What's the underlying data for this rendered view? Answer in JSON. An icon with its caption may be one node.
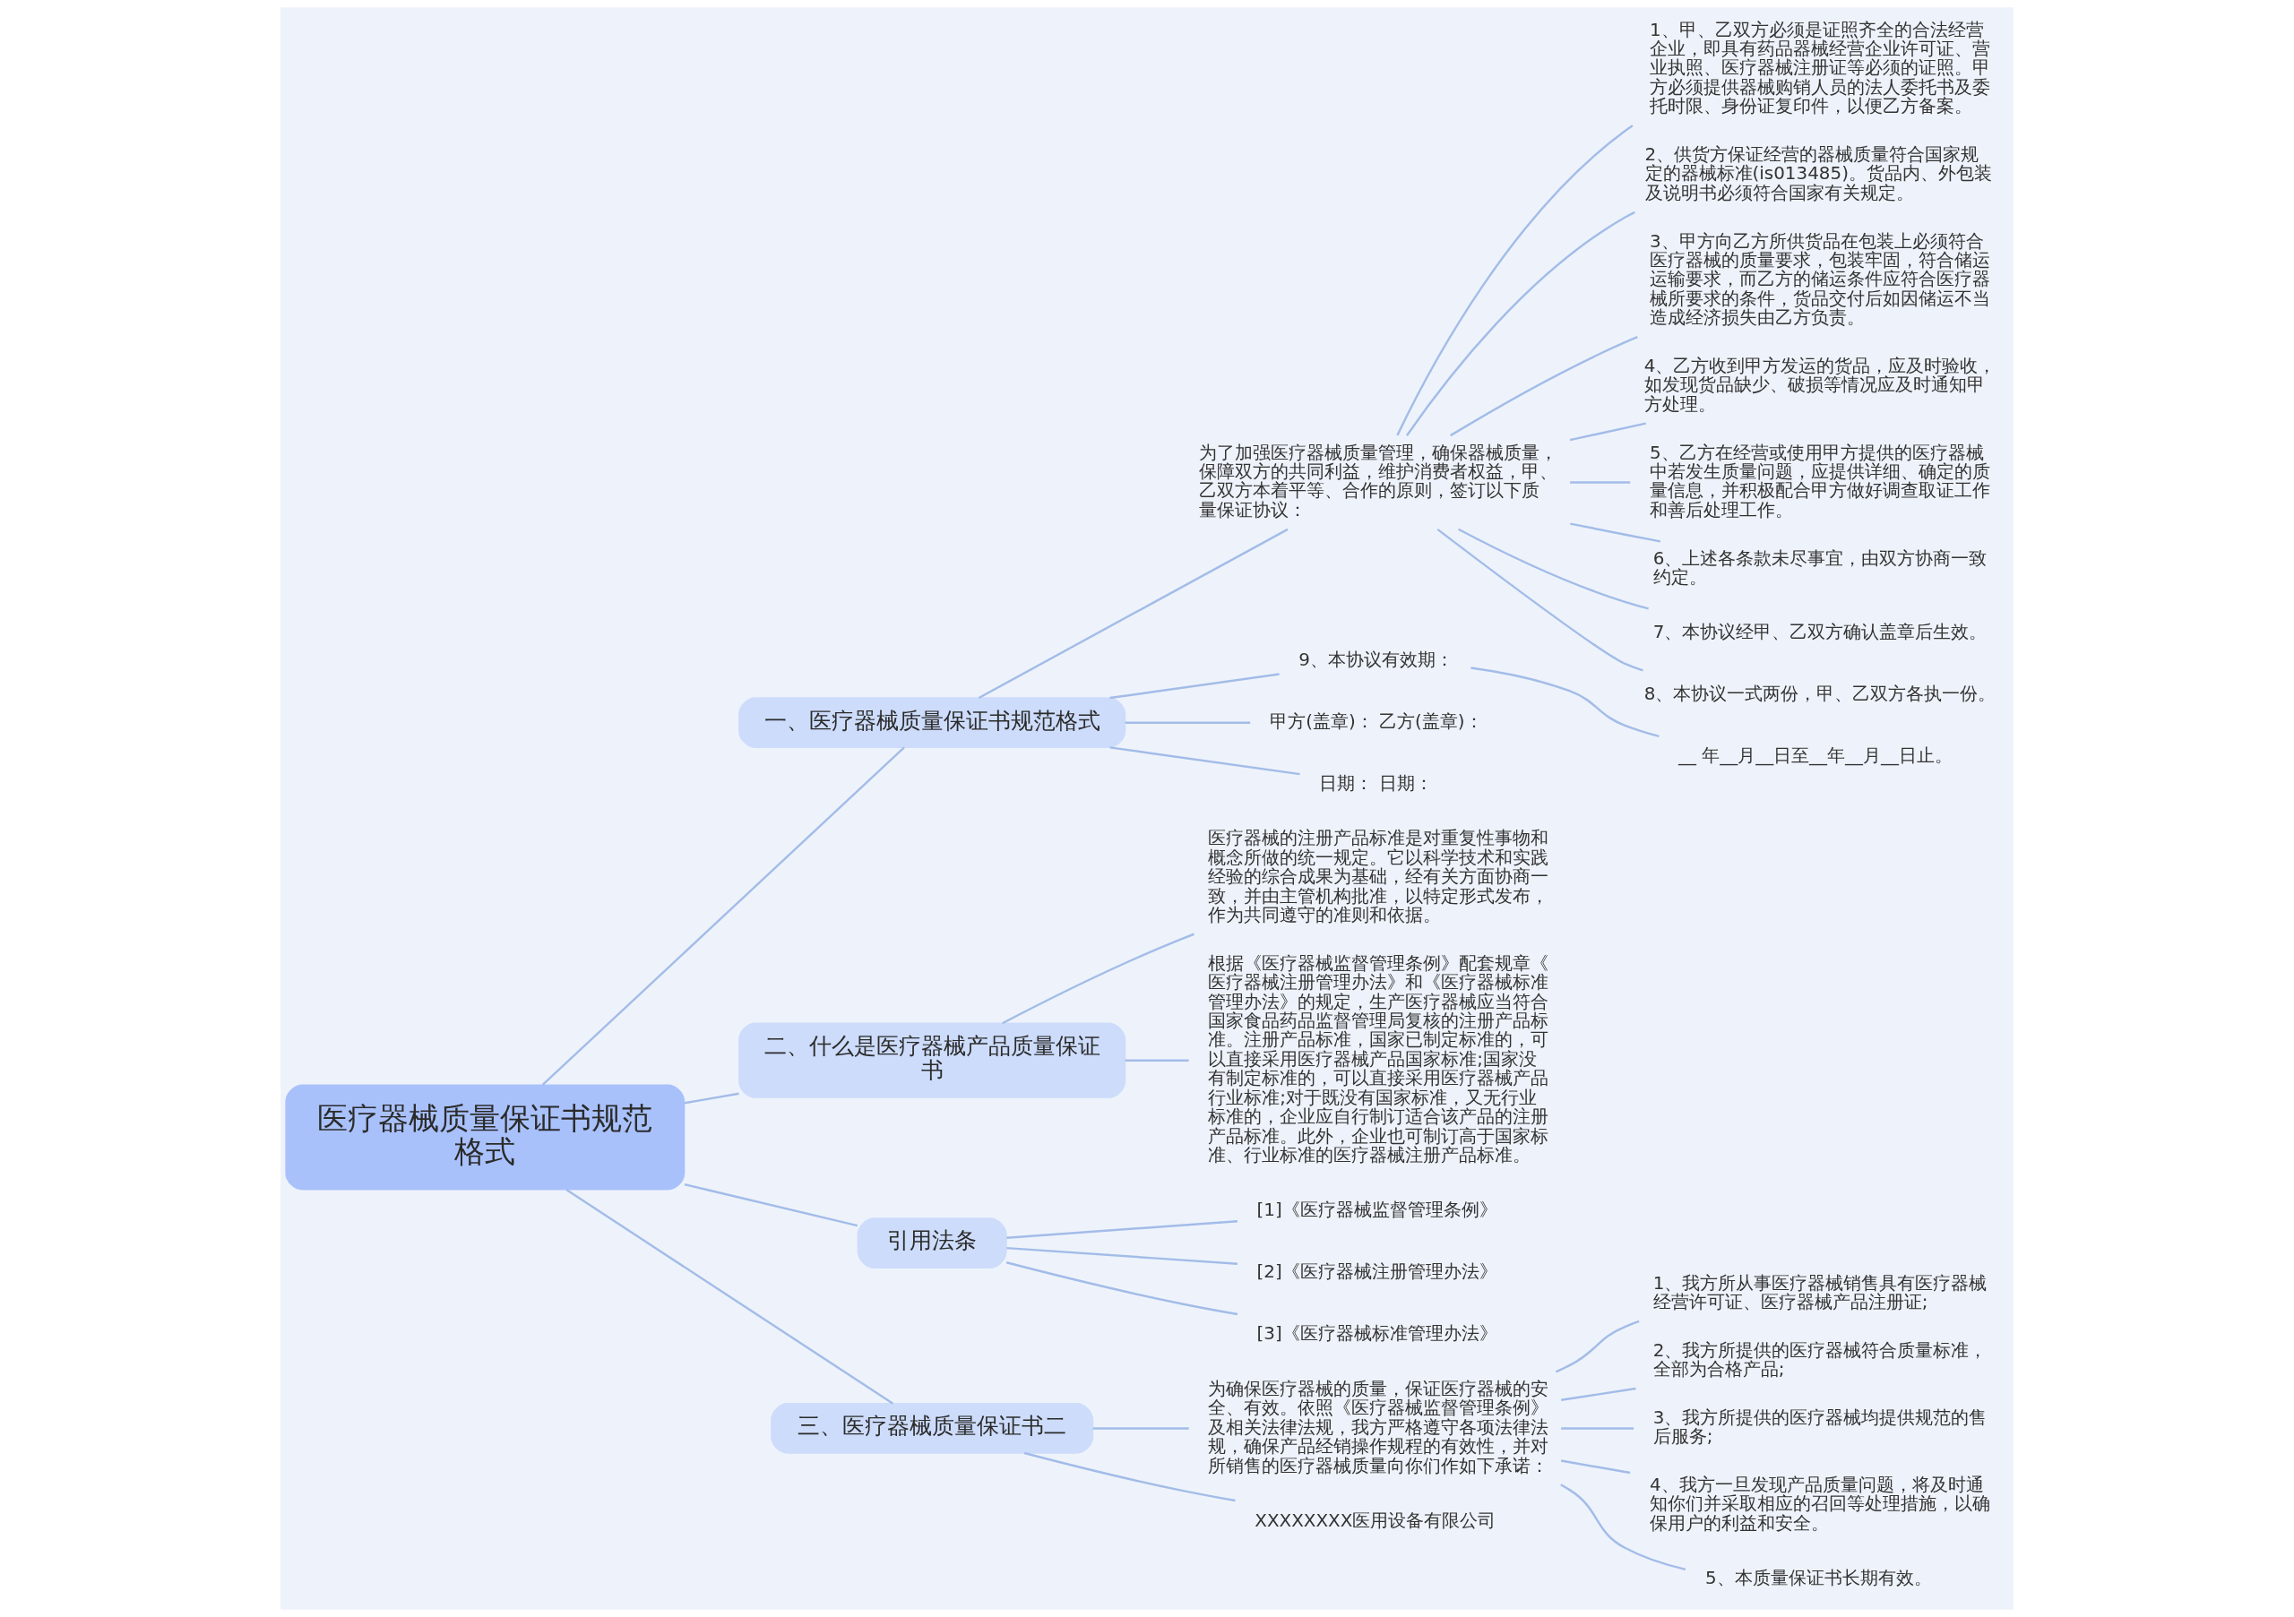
{
  "diagram": {
    "nodes": [
      {
        "text": [
          "医疗器械质量保证书规范格式"
        ]
      },
      {
        "text": [
          "一、医疗器械质量保证书规范格式"
        ]
      },
      {
        "text": [
          "为了加强医疗器械质量管理，确保器械质量，保障双方的共同利益，维护消费者权益，甲、乙双方本着平等、合作的原则，签订以下质量保证协议："
        ]
      },
      {
        "text": [
          "1、甲、乙双方必须是证照齐全的合法经营企业，即具有药品器械经营企业许可证、营业执照、医疗器械注册证等必须的证照。甲方必须提供器械购销人员的法人委托书及委托时限、身份证复印件，以便乙方备案。"
        ]
      },
      {
        "text": [
          "2、供货方保证经营的器械质量符合国家规定的器械标准(is013485)。货品内、外包装及说明书必须符合国家有关规定。"
        ]
      },
      {
        "text": [
          "3、甲方向乙方所供货品在包装上必须符合医疗器械的质量要求，包装牢固，符合储运运输要求，而乙方的储运条件应符合医疗器械所要求的条件，货品交付后如因储运不当造成经济损失由乙方负责。"
        ]
      },
      {
        "text": [
          "4、乙方收到甲方发运的货品，应及时验收，如发现货品缺少、破损等情况应及时通知甲方处理。"
        ]
      },
      {
        "text": [
          "5、乙方在经营或使用甲方提供的医疗器械中若发生质量问题，应提供详细、确定的质量信息，并积极配合甲方做好调查取证工作和善后处理工作。"
        ]
      },
      {
        "text": [
          "6、上述各条款未尽事宜，由双方协商一致约定。"
        ]
      },
      {
        "text": [
          "7、本协议经甲、乙双方确认盖章后生效。"
        ]
      },
      {
        "text": [
          "8、本协议一式两份，甲、乙双方各执一份。"
        ]
      },
      {
        "text": [
          "9、本协议有效期："
        ]
      },
      {
        "text": [
          "__ 年__月__日至__年__月__日止。"
        ]
      },
      {
        "text": [
          "甲方(盖章)： 乙方(盖章)："
        ]
      },
      {
        "text": [
          "日期： 日期："
        ]
      },
      {
        "text": [
          "二、什么是医疗器械产品质量保证书"
        ]
      },
      {
        "text": [
          "医疗器械的注册产品标准是对重复性事物和概念所做的统一规定。它以科学技术和实践经验的综合成果为基础，经有关方面协商一致，并由主管机构批准，以特定形式发布，作为共同遵守的准则和依据。"
        ]
      },
      {
        "text": [
          "根据《医疗器械监督管理条例》配套规章《医疗器械注册管理办法》和《医疗器械标准管理办法》的规定，生产医疗器械应当符合国家食品药品监督管理局复核的注册产品标准。注册产品标准，国家已制定标准的，可以直接采用医疗器械产品国家标准;国家没有制定标准的，可以直接采用医疗器械产品行业标准;对于既没有国家标准，又无行业标准的，企业应自行制订适合该产品的注册产品标准。此外，企业也可制订高于国家标准、行业标准的医疗器械注册产品标准。"
        ]
      },
      {
        "text": [
          "引用法条"
        ]
      },
      {
        "text": [
          "[1]《医疗器械监督管理条例》"
        ]
      },
      {
        "text": [
          "[2]《医疗器械注册管理办法》"
        ]
      },
      {
        "text": [
          "[3]《医疗器械标准管理办法》"
        ]
      },
      {
        "text": [
          "三、医疗器械质量保证书二"
        ]
      },
      {
        "text": [
          "为确保医疗器械的质量，保证医疗器械的安全、有效。依照《医疗器械监督管理条例》及相关法律法规，我方严格遵守各项法律法规，确保产品经销操作规程的有效性，并对所销售的医疗器械质量向你们作如下承诺："
        ]
      },
      {
        "text": [
          "1、我方所从事医疗器械销售具有医疗器械经营许可证、医疗器械产品注册证;"
        ]
      },
      {
        "text": [
          "2、我方所提供的医疗器械符合质量标准，全部为合格产品;"
        ]
      },
      {
        "text": [
          "3、我方所提供的医疗器械均提供规范的售后服务;"
        ]
      },
      {
        "text": [
          "4、我方一旦发现产品质量问题，将及时通知你们并采取相应的召回等处理措施，以确保用户的利益和安全。"
        ]
      },
      {
        "text": [
          "5、本质量保证书长期有效。"
        ]
      },
      {
        "text": [
          "XXXXXXXX医用设备有限公司"
        ]
      }
    ],
    "edges": [
      {
        "from": 0,
        "to": 1,
        "arrow": "none"
      },
      {
        "from": 1,
        "to": 2,
        "arrow": "none"
      },
      {
        "from": 2,
        "to": 3,
        "arrow": "none"
      },
      {
        "from": 2,
        "to": 4,
        "arrow": "none"
      },
      {
        "from": 2,
        "to": 5,
        "arrow": "none"
      },
      {
        "from": 2,
        "to": 6,
        "arrow": "none"
      },
      {
        "from": 2,
        "to": 7,
        "arrow": "none"
      },
      {
        "from": 2,
        "to": 8,
        "arrow": "none"
      },
      {
        "from": 2,
        "to": 9,
        "arrow": "none"
      },
      {
        "from": 2,
        "to": 10,
        "arrow": "none"
      },
      {
        "from": 1,
        "to": 11,
        "arrow": "none"
      },
      {
        "from": 11,
        "to": 12,
        "arrow": "none"
      },
      {
        "from": 1,
        "to": 13,
        "arrow": "none"
      },
      {
        "from": 1,
        "to": 14,
        "arrow": "none"
      },
      {
        "from": 0,
        "to": 15,
        "arrow": "none"
      },
      {
        "from": 15,
        "to": 16,
        "arrow": "none"
      },
      {
        "from": 15,
        "to": 17,
        "arrow": "none"
      },
      {
        "from": 0,
        "to": 18,
        "arrow": "none"
      },
      {
        "from": 18,
        "to": 19,
        "arrow": "none"
      },
      {
        "from": 18,
        "to": 20,
        "arrow": "none"
      },
      {
        "from": 18,
        "to": 21,
        "arrow": "none"
      },
      {
        "from": 0,
        "to": 22,
        "arrow": "none"
      },
      {
        "from": 22,
        "to": 23,
        "arrow": "none"
      },
      {
        "from": 23,
        "to": 24,
        "arrow": "none"
      },
      {
        "from": 23,
        "to": 25,
        "arrow": "none"
      },
      {
        "from": 23,
        "to": 26,
        "arrow": "none"
      },
      {
        "from": 23,
        "to": 27,
        "arrow": "none"
      },
      {
        "from": 23,
        "to": 28,
        "arrow": "none"
      },
      {
        "from": 22,
        "to": 29,
        "arrow": "none"
      }
    ]
  }
}
